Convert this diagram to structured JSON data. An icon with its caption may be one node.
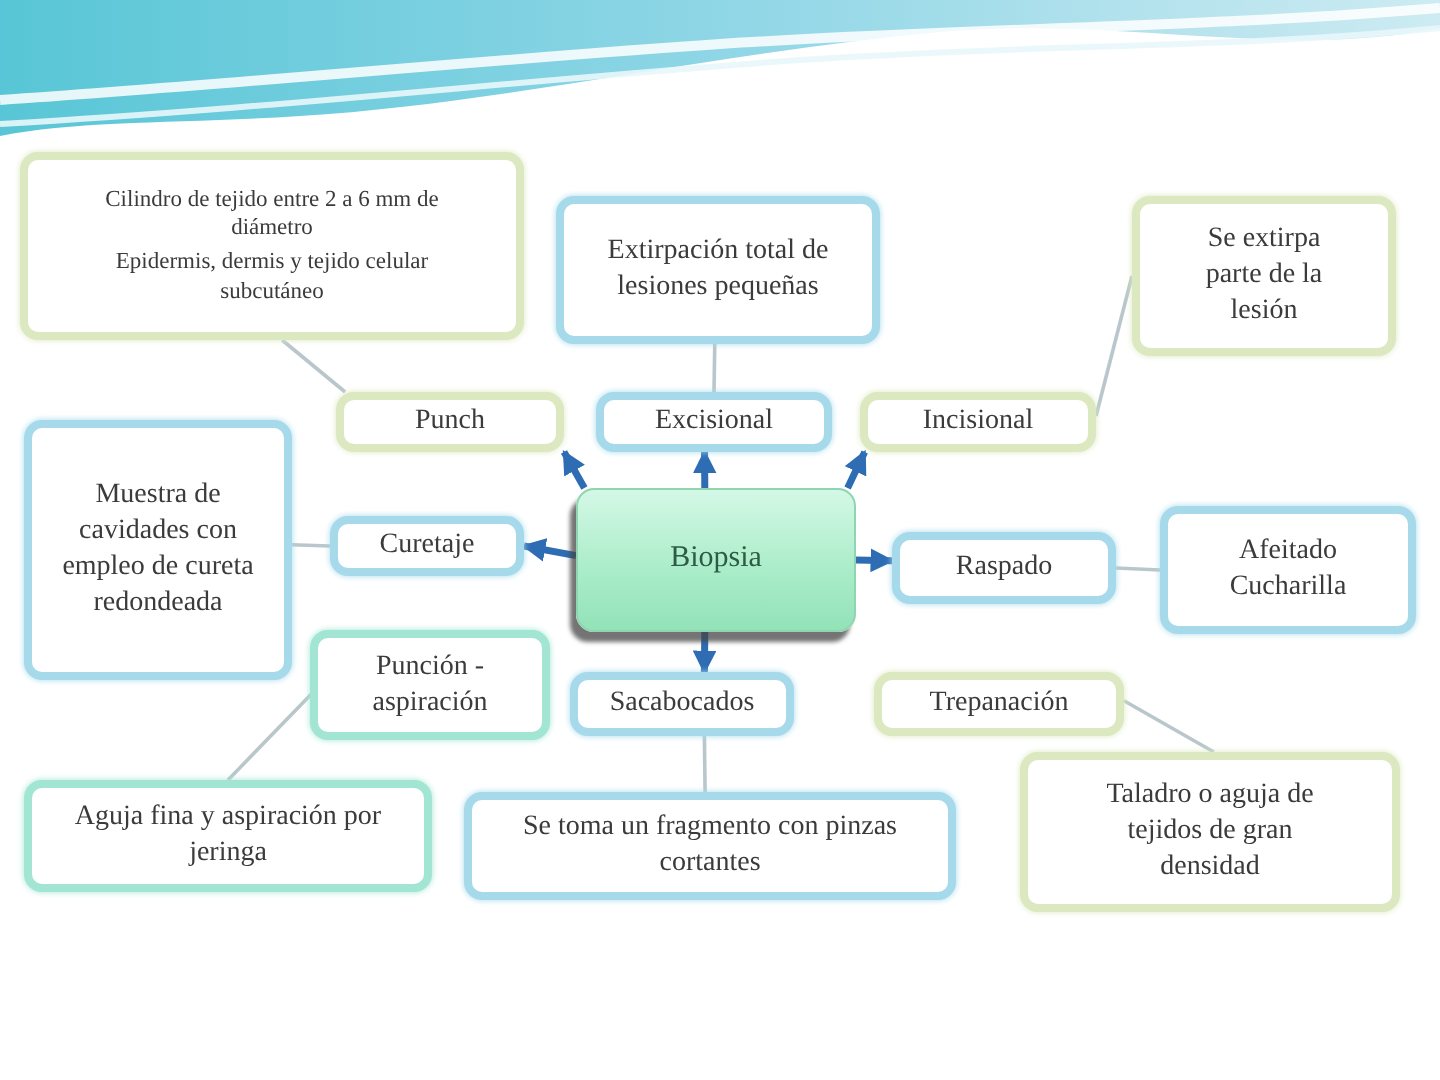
{
  "diagram": {
    "nodes": [
      {
        "text": [
          "Cilindro de tejido entre 2 a 6 mm de diámetro",
          "Epidermis, dermis y tejido celular subcutáneo"
        ]
      },
      {
        "text": [
          "Extirpación total de lesiones pequeñas"
        ]
      },
      {
        "text": [
          "Se extirpa parte de la lesión"
        ]
      },
      {
        "text": [
          "Punch"
        ]
      },
      {
        "text": [
          "Excisional"
        ]
      },
      {
        "text": [
          "Incisional"
        ]
      },
      {
        "text": [
          "Muestra de cavidades con empleo de cureta redondeada"
        ]
      },
      {
        "text": [
          "Curetaje"
        ]
      },
      {
        "text": [
          "Biopsia"
        ]
      },
      {
        "text": [
          "Raspado"
        ]
      },
      {
        "text": [
          "Afeitado Cucharilla"
        ]
      },
      {
        "text": [
          "Punción - aspiración"
        ]
      },
      {
        "text": [
          "Sacabocados"
        ]
      },
      {
        "text": [
          "Trepanación"
        ]
      },
      {
        "text": [
          "Aguja fina y aspiración por jeringa"
        ]
      },
      {
        "text": [
          "Se toma un fragmento con pinzas cortantes"
        ]
      },
      {
        "text": [
          "Taladro o aguja de tejidos de gran densidad"
        ]
      }
    ],
    "edges": [
      {
        "from": 8,
        "to": 4,
        "arrow": "to",
        "style": "thick",
        "color": "#2e6db4"
      },
      {
        "from": 8,
        "to": 3,
        "arrow": "to",
        "style": "thick",
        "color": "#2e6db4"
      },
      {
        "from": 8,
        "to": 5,
        "arrow": "to",
        "style": "thick",
        "color": "#2e6db4"
      },
      {
        "from": 8,
        "to": 7,
        "arrow": "to",
        "style": "thick",
        "color": "#2e6db4"
      },
      {
        "from": 8,
        "to": 9,
        "arrow": "to",
        "style": "thick",
        "color": "#2e6db4"
      },
      {
        "from": 8,
        "to": 12,
        "arrow": "to",
        "style": "thick",
        "color": "#2e6db4"
      },
      {
        "from": 3,
        "to": 0,
        "arrow": "none"
      },
      {
        "from": 4,
        "to": 1,
        "arrow": "none"
      },
      {
        "from": 5,
        "to": 2,
        "arrow": "none"
      },
      {
        "from": 7,
        "to": 6,
        "arrow": "none"
      },
      {
        "from": 9,
        "to": 10,
        "arrow": "none"
      },
      {
        "from": 11,
        "to": 14,
        "arrow": "none"
      },
      {
        "from": 12,
        "to": 15,
        "arrow": "none"
      },
      {
        "from": 13,
        "to": 16,
        "arrow": "none"
      }
    ]
  }
}
